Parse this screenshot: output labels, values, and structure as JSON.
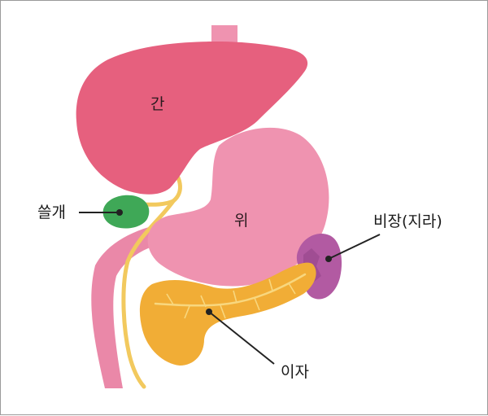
{
  "labels": {
    "liver": "간",
    "stomach": "위",
    "gallbladder": "쓸개",
    "spleen": "비장(지라)",
    "pancreas": "이자"
  },
  "colors": {
    "liver": "#e6607e",
    "stomach": "#ef93b0",
    "esophagus": "#ef93b0",
    "intestine": "#ea88a8",
    "gallbladder": "#3fa857",
    "bile_duct": "#f2c95e",
    "pancreas": "#f1ad36",
    "pancreas_vein": "#f8d77e",
    "spleen": "#b25aa2",
    "leader_line": "#222222"
  }
}
